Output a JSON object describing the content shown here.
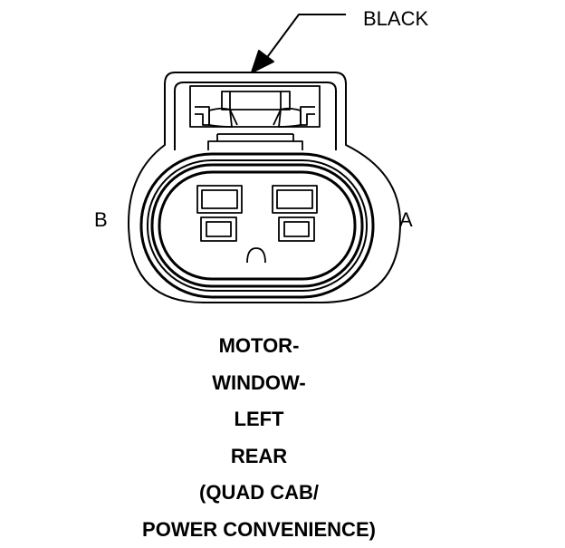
{
  "connector": {
    "color_label": "BLACK",
    "pin_labels": {
      "left": "B",
      "right": "A"
    }
  },
  "caption": {
    "lines": [
      "MOTOR-",
      "WINDOW-",
      "LEFT",
      "REAR",
      "(QUAD CAB/",
      "POWER CONVENIENCE)"
    ]
  }
}
